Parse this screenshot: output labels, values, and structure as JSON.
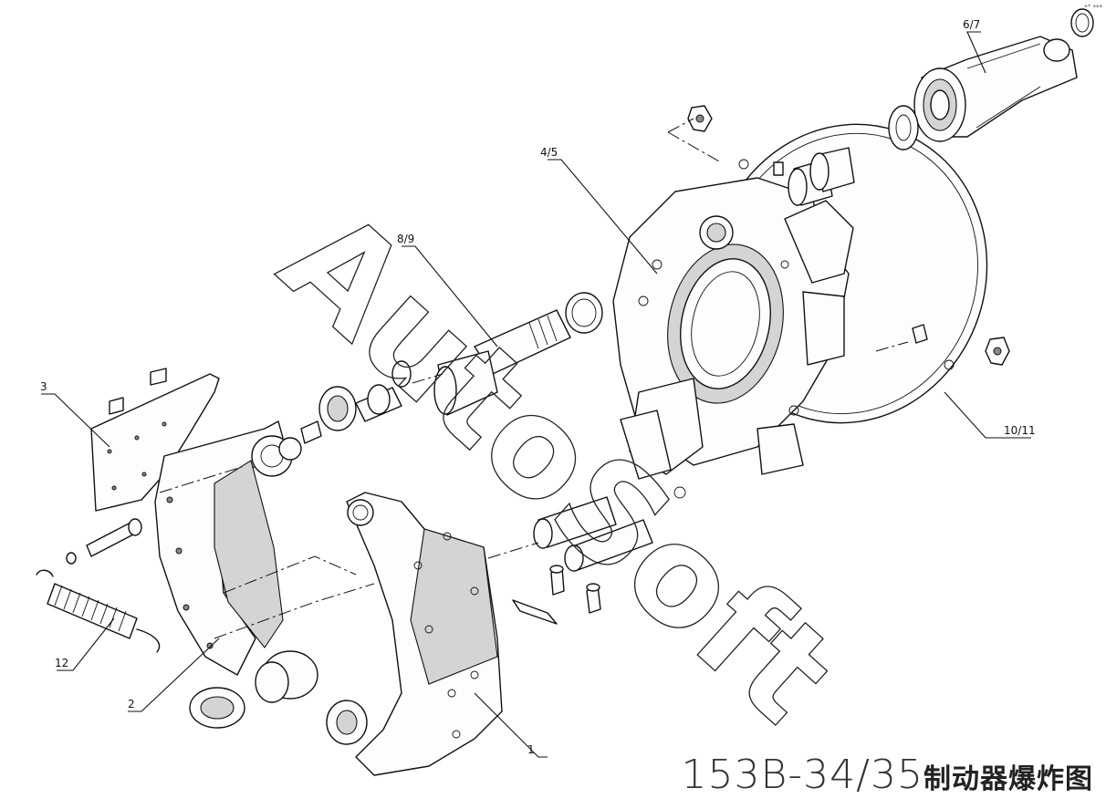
{
  "title": {
    "code": "153B-34/35",
    "name": "制动器爆炸图"
  },
  "watermark": "AutoSoft",
  "corner_mark": "*° ***",
  "callouts": [
    {
      "id": "1",
      "label": "1"
    },
    {
      "id": "2",
      "label": "2"
    },
    {
      "id": "3",
      "label": "3"
    },
    {
      "id": "4_5",
      "label": "4/5"
    },
    {
      "id": "6_7",
      "label": "6/7"
    },
    {
      "id": "8_9",
      "label": "8/9"
    },
    {
      "id": "10_11",
      "label": "10/11"
    },
    {
      "id": "12",
      "label": "12"
    }
  ],
  "colors": {
    "line": "#111111",
    "background": "#ffffff"
  }
}
